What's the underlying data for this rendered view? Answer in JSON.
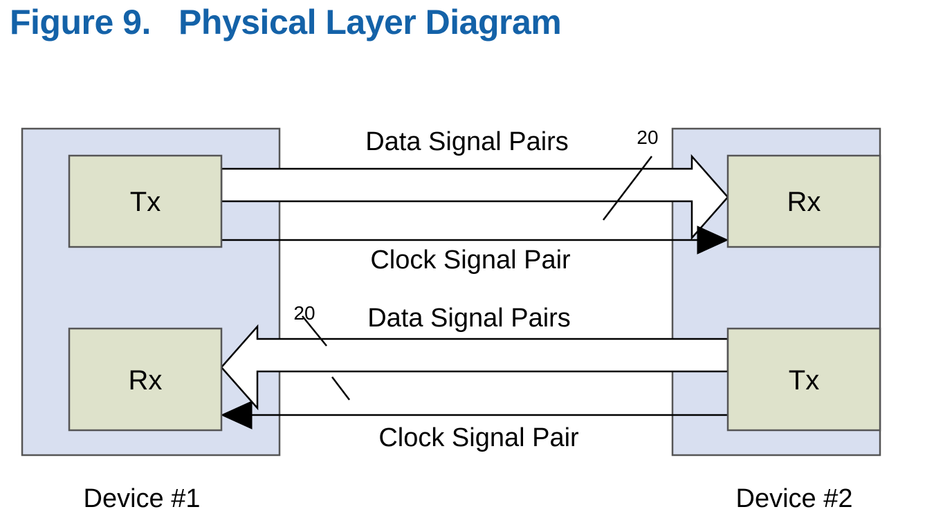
{
  "figure": {
    "title": "Figure 9.   Physical Layer Diagram",
    "title_color": "#1462a8"
  },
  "palette": {
    "device_fill": "#d8dff0",
    "device_stroke": "#555555",
    "node_fill": "#dee2cb",
    "node_stroke": "#555555",
    "arrow_fill": "#ffffff",
    "arrow_stroke": "#000000",
    "line_stroke": "#000000",
    "text_color": "#000000",
    "page_background": "#ffffff"
  },
  "devices": [
    {
      "id": "device-1",
      "label": "Device #1",
      "nodes": [
        {
          "id": "device-1-tx",
          "label": "Tx",
          "role": "transmitter"
        },
        {
          "id": "device-1-rx",
          "label": "Rx",
          "role": "receiver"
        }
      ]
    },
    {
      "id": "device-2",
      "label": "Device #2",
      "nodes": [
        {
          "id": "device-2-rx",
          "label": "Rx",
          "role": "receiver"
        },
        {
          "id": "device-2-tx",
          "label": "Tx",
          "role": "transmitter"
        }
      ]
    }
  ],
  "links": [
    {
      "id": "forward-data",
      "label": "Data Signal Pairs",
      "count": "20",
      "direction": "left-to-right",
      "style": "block-arrow",
      "from": "device-1-tx",
      "to": "device-2-rx"
    },
    {
      "id": "forward-clock",
      "label": "Clock Signal Pair",
      "direction": "left-to-right",
      "style": "line-arrow",
      "from": "device-1-tx",
      "to": "device-2-rx"
    },
    {
      "id": "reverse-data",
      "label": "Data Signal Pairs",
      "count": "20",
      "direction": "right-to-left",
      "style": "block-arrow",
      "from": "device-2-tx",
      "to": "device-1-rx"
    },
    {
      "id": "reverse-clock",
      "label": "Clock Signal Pair",
      "direction": "right-to-left",
      "style": "line-arrow",
      "from": "device-2-tx",
      "to": "device-1-rx"
    }
  ]
}
